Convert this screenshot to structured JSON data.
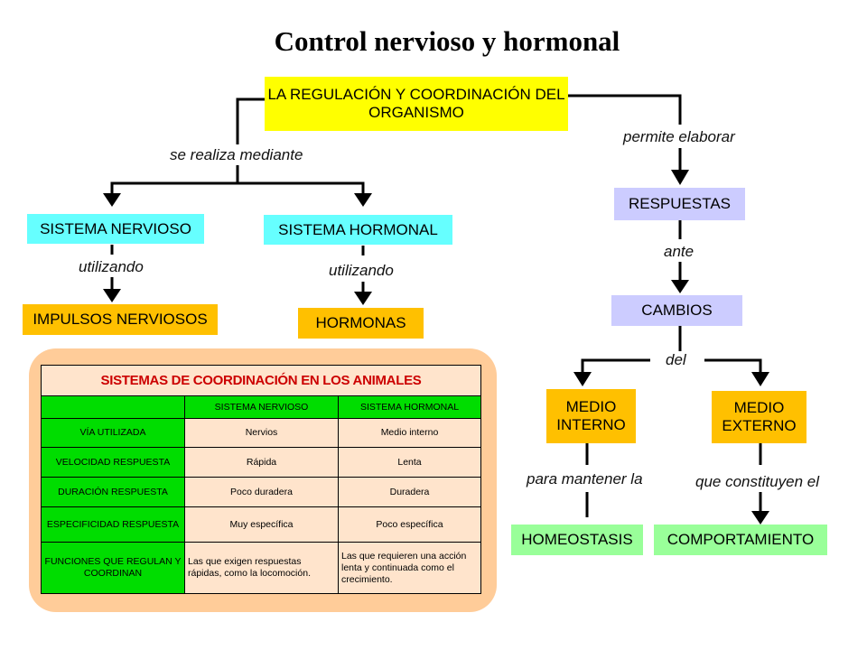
{
  "title": "Control nervioso y hormonal",
  "nodes": {
    "regulacion": "LA REGULACIÓN Y COORDINACIÓN DEL ORGANISMO",
    "sistema_nervioso": "SISTEMA NERVIOSO",
    "sistema_hormonal": "SISTEMA HORMONAL",
    "impulsos": "IMPULSOS NERVIOSOS",
    "hormonas": "HORMONAS",
    "respuestas": "RESPUESTAS",
    "cambios": "CAMBIOS",
    "medio_interno": "MEDIO INTERNO",
    "medio_externo": "MEDIO EXTERNO",
    "homeostasis": "HOMEOSTASIS",
    "comportamiento": "COMPORTAMIENTO"
  },
  "links": {
    "se_realiza": "se realiza mediante",
    "utilizando_1": "utilizando",
    "utilizando_2": "utilizando",
    "permite": "permite elaborar",
    "ante": "ante",
    "del": "del",
    "para_mantener": "para mantener la",
    "que_constituyen": "que constituyen el"
  },
  "table": {
    "heading": "SISTEMAS DE COORDINACIÓN EN LOS ANIMALES",
    "columns": [
      "",
      "SISTEMA NERVIOSO",
      "SISTEMA HORMONAL"
    ],
    "rows": [
      [
        "VÍA UTILIZADA",
        "Nervios",
        "Medio interno"
      ],
      [
        "VELOCIDAD RESPUESTA",
        "Rápida",
        "Lenta"
      ],
      [
        "DURACIÓN RESPUESTA",
        "Poco duradera",
        "Duradera"
      ],
      [
        "ESPECIFICIDAD RESPUESTA",
        "Muy específica",
        "Poco específica"
      ],
      [
        "FUNCIONES QUE REGULAN Y COORDINAN",
        "Las que exigen respuestas rápidas, como la locomoción.",
        "Las que requieren una acción lenta y continuada como el crecimiento."
      ]
    ]
  },
  "colors": {
    "yellow": "#ffff00",
    "cyan": "#66ffff",
    "orange": "#ffc000",
    "lavender": "#ccccff",
    "green": "#99ff99",
    "table_green": "#00dd00",
    "table_cell": "#ffe4cc",
    "panel": "#ffcc99",
    "heading_red": "#cc0000"
  }
}
